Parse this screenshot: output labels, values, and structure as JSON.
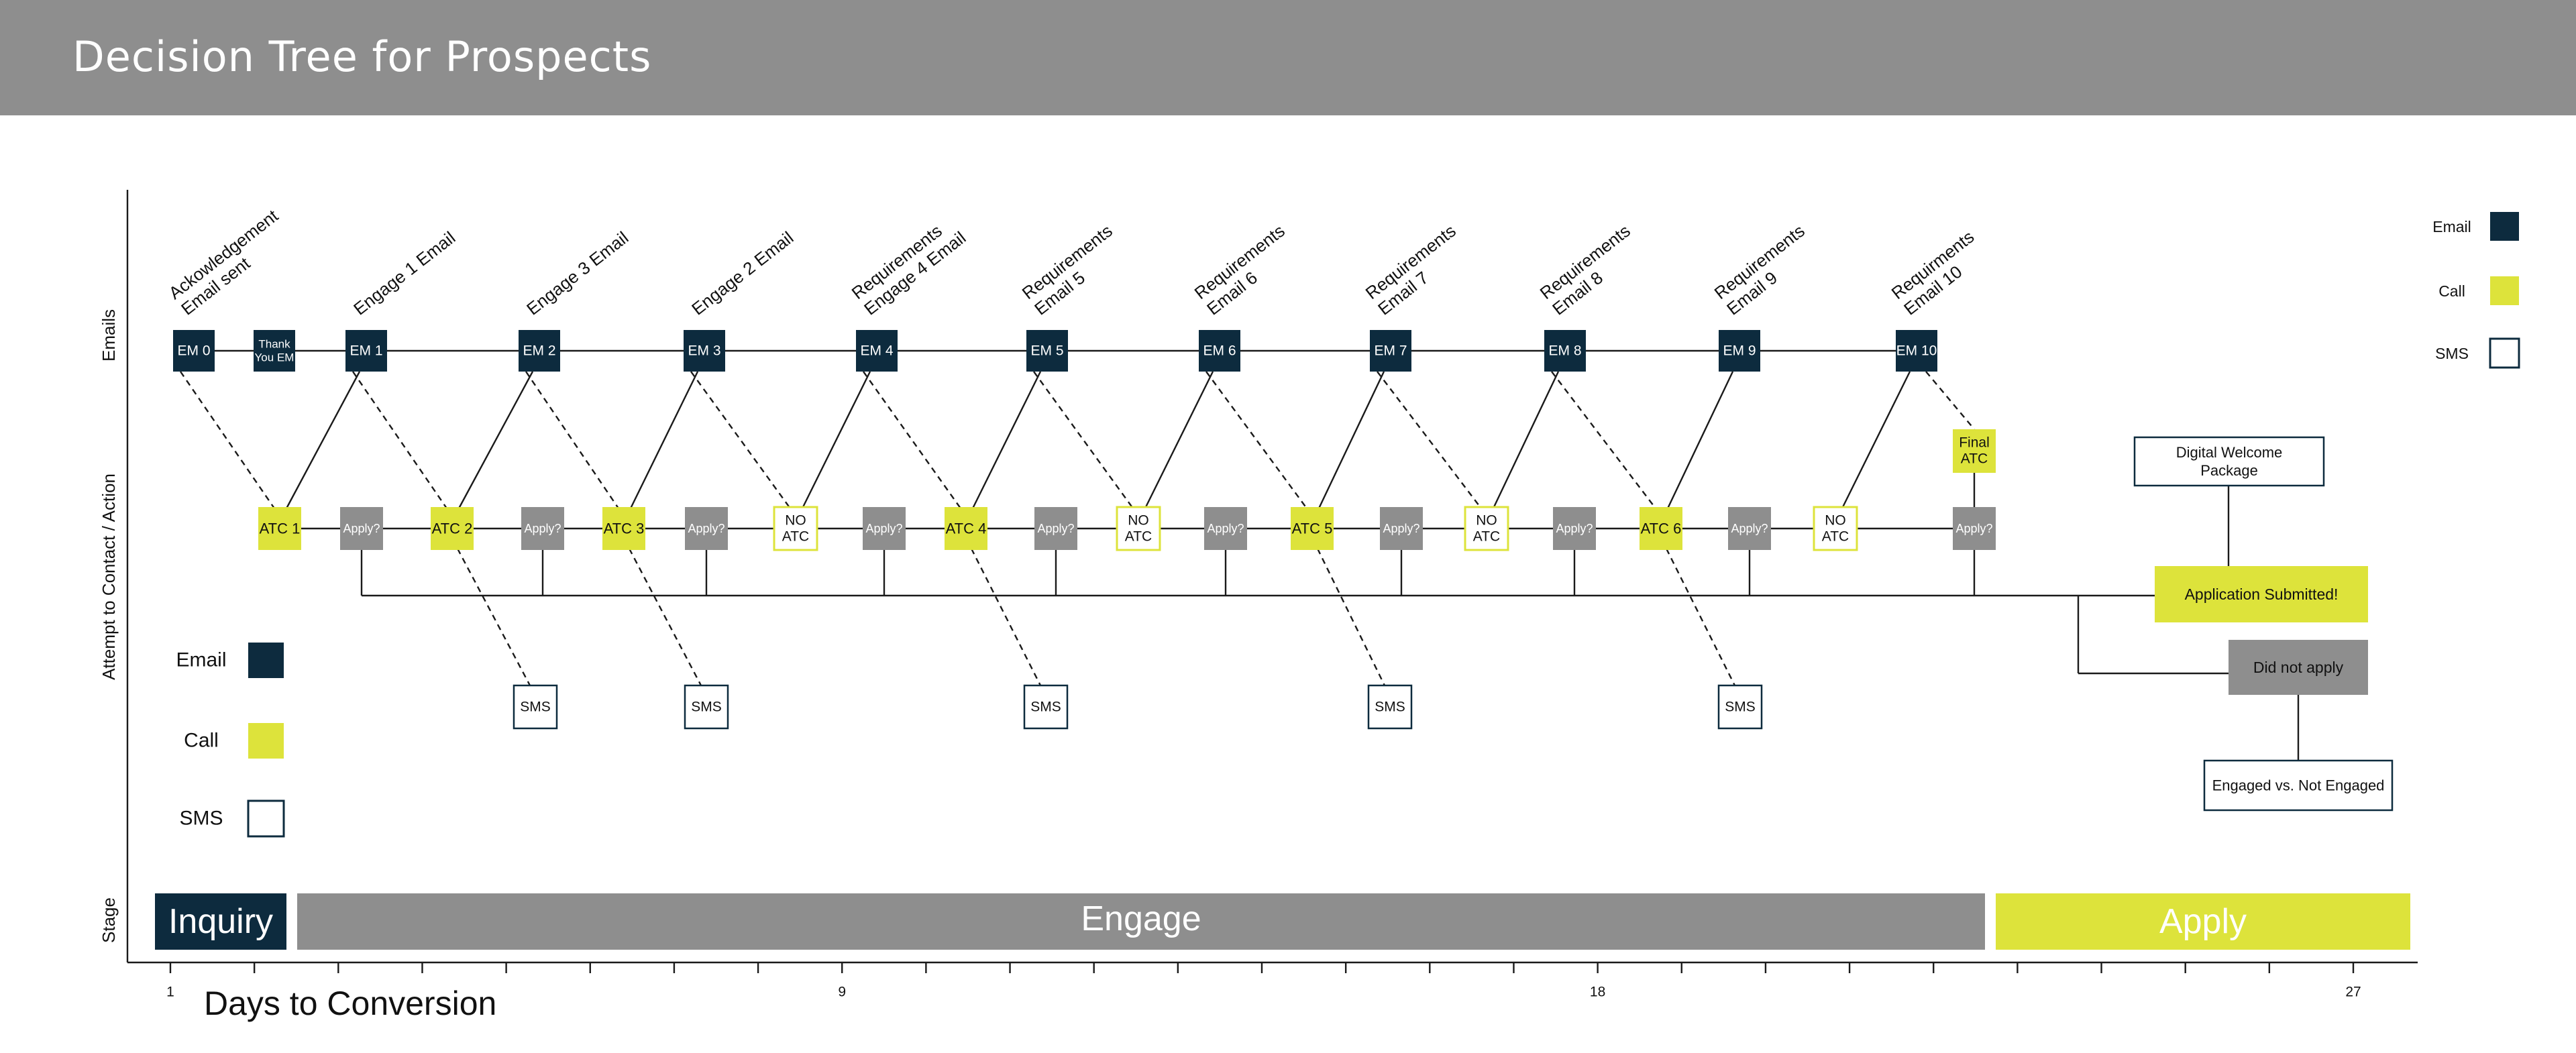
{
  "header": {
    "title": "Decision Tree for Prospects"
  },
  "rows": {
    "emails": "Emails",
    "attempt": "Attempt to Contact / Action",
    "stage": "Stage"
  },
  "emails": [
    {
      "id": "em0",
      "label": "EM 0",
      "top": "Ackowledgement",
      "sub": "Email sent"
    },
    {
      "id": "ty",
      "label": "Thank You EM"
    },
    {
      "id": "em1",
      "label": "EM 1",
      "top": "Engage 1 Email"
    },
    {
      "id": "em2",
      "label": "EM 2",
      "top": "Engage 3 Email"
    },
    {
      "id": "em3",
      "label": "EM 3",
      "top": "Engage 2 Email"
    },
    {
      "id": "em4",
      "label": "EM 4",
      "top": "Requirements",
      "sub": "Engage 4 Email"
    },
    {
      "id": "em5",
      "label": "EM 5",
      "top": "Requirements",
      "sub": "Email 5"
    },
    {
      "id": "em6",
      "label": "EM 6",
      "top": "Requirements",
      "sub": "Email 6"
    },
    {
      "id": "em7",
      "label": "EM 7",
      "top": "Requirements",
      "sub": "Email 7"
    },
    {
      "id": "em8",
      "label": "EM 8",
      "top": "Requirements",
      "sub": "Email 8"
    },
    {
      "id": "em9",
      "label": "EM 9",
      "top": "Requirements",
      "sub": "Email 9"
    },
    {
      "id": "em10",
      "label": "EM 10",
      "top": "Requirments",
      "sub": "Email 10"
    }
  ],
  "actions": [
    {
      "id": "atc1",
      "kind": "call",
      "label": "ATC 1"
    },
    {
      "id": "ap1",
      "kind": "apply",
      "label": "Apply?"
    },
    {
      "id": "atc2",
      "kind": "call",
      "label": "ATC 2"
    },
    {
      "id": "ap2",
      "kind": "apply",
      "label": "Apply?"
    },
    {
      "id": "atc3",
      "kind": "call",
      "label": "ATC 3"
    },
    {
      "id": "ap3",
      "kind": "apply",
      "label": "Apply?"
    },
    {
      "id": "noatc1",
      "kind": "noatc",
      "label": "NO ATC"
    },
    {
      "id": "ap4",
      "kind": "apply",
      "label": "Apply?"
    },
    {
      "id": "atc4",
      "kind": "call",
      "label": "ATC 4"
    },
    {
      "id": "ap5",
      "kind": "apply",
      "label": "Apply?"
    },
    {
      "id": "noatc2",
      "kind": "noatc",
      "label": "NO ATC"
    },
    {
      "id": "ap6",
      "kind": "apply",
      "label": "Apply?"
    },
    {
      "id": "atc5",
      "kind": "call",
      "label": "ATC 5"
    },
    {
      "id": "ap7",
      "kind": "apply",
      "label": "Apply?"
    },
    {
      "id": "noatc3",
      "kind": "noatc",
      "label": "NO ATC"
    },
    {
      "id": "ap8",
      "kind": "apply",
      "label": "Apply?"
    },
    {
      "id": "atc6",
      "kind": "call",
      "label": "ATC 6"
    },
    {
      "id": "ap9",
      "kind": "apply",
      "label": "Apply?"
    },
    {
      "id": "noatc4",
      "kind": "noatc",
      "label": "NO ATC"
    },
    {
      "id": "ap10",
      "kind": "apply",
      "label": "Apply?"
    }
  ],
  "final_atc": {
    "label": "Final ATC"
  },
  "sms_label": "SMS",
  "outcomes": {
    "welcome": "Digital Welcome Package",
    "submitted": "Application Submitted!",
    "not_apply": "Did not apply",
    "engaged": "Engaged vs. Not Engaged"
  },
  "legend": [
    {
      "label": "Email",
      "kind": "email"
    },
    {
      "label": "Call",
      "kind": "call"
    },
    {
      "label": "SMS",
      "kind": "sms"
    }
  ],
  "stages": [
    {
      "label": "Inquiry",
      "kind": "inquiry"
    },
    {
      "label": "Engage",
      "kind": "engage"
    },
    {
      "label": "Apply",
      "kind": "apply"
    }
  ],
  "axis": {
    "title": "Days to Conversion",
    "ticks": [
      {
        "value": 1,
        "label": "1"
      },
      {
        "value": 9,
        "label": "9"
      },
      {
        "value": 18,
        "label": "18"
      },
      {
        "value": 27,
        "label": "27"
      }
    ],
    "range": [
      1,
      27
    ]
  },
  "colors": {
    "email": "#0d2b3e",
    "call": "#dde33b",
    "apply": "#8e8e8e",
    "white": "#ffffff",
    "line": "#1a1a1a",
    "noatc_border": "#dde33b",
    "outline": "#0d2b3e",
    "header": "#8e8e8e"
  }
}
